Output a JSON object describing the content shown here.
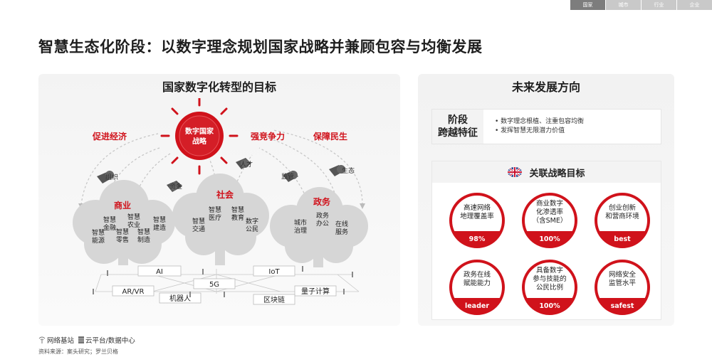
{
  "nav": {
    "tabs": [
      "国家",
      "城市",
      "行业",
      "企业"
    ],
    "active": 0
  },
  "title": "智慧生态化阶段：以数字理念规划国家战略并兼顾包容与均衡发展",
  "left": {
    "header": "国家数字化转型的目标",
    "sun": [
      "数字国家",
      "战略"
    ],
    "goals": [
      "促进经济",
      "强竞争力",
      "保障民生"
    ],
    "factors": [
      "组织",
      "资金",
      "人才",
      "监管",
      "生态"
    ],
    "trees": {
      "business": {
        "name": "商业",
        "items": [
          [
            "智慧",
            "金融"
          ],
          [
            "智慧",
            "农业"
          ],
          [
            "智慧",
            "建造"
          ],
          [
            "智慧",
            "能源"
          ],
          [
            "智慧",
            "零售"
          ],
          [
            "智慧",
            "制造"
          ]
        ]
      },
      "society": {
        "name": "社会",
        "items": [
          [
            "智慧",
            "医疗"
          ],
          [
            "智慧",
            "教育"
          ],
          [
            "智慧",
            "交通"
          ],
          [
            "数字",
            "公民"
          ]
        ]
      },
      "govt": {
        "name": "政务",
        "items": [
          [
            "政务",
            "办公"
          ],
          [
            "城市",
            "治理"
          ],
          [
            "在线",
            "服务"
          ]
        ]
      }
    },
    "tech": [
      "AI",
      "IoT",
      "AR/VR",
      "5G",
      "量子计算",
      "机器人",
      "区块链"
    ]
  },
  "right": {
    "header": "未来发展方向",
    "stage_label": [
      "阶段",
      "跨越特征"
    ],
    "stage_bullets": [
      "数字理念根植、注重包容均衡",
      "发挥智慧无限潜力价值"
    ],
    "goals_title": "关联战略目标",
    "goals": [
      {
        "text": [
          "高速网络",
          "地理覆盖率"
        ],
        "value": "98%"
      },
      {
        "text": [
          "商业数字",
          "化渗透率",
          "（含SME）"
        ],
        "value": "100%"
      },
      {
        "text": [
          "创业创新",
          "和营商环境"
        ],
        "value": "best"
      },
      {
        "text": [
          "政务在线",
          "赋能能力"
        ],
        "value": "leader"
      },
      {
        "text": [
          "具备数字",
          "参与技能的",
          "公民比例"
        ],
        "value": "100%"
      },
      {
        "text": [
          "网络安全",
          "监管水平"
        ],
        "value": "safest"
      }
    ]
  },
  "legend": {
    "station": "网络基站",
    "cloud": "云平台/数据中心"
  },
  "source": "资料来源：案头研究；罗兰贝格",
  "colors": {
    "accent": "#d0121b",
    "tree": "#d4d4d4",
    "text": "#222222"
  }
}
